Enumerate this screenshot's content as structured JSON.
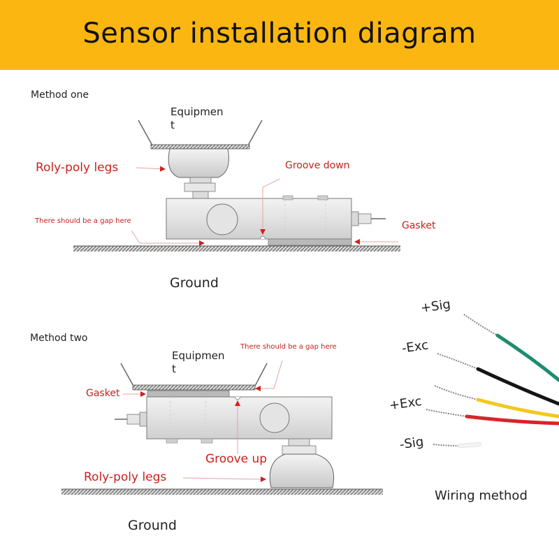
{
  "header": {
    "title": "Sensor installation diagram"
  },
  "method_one": {
    "title": "Method one",
    "equipment_label": "Equipment",
    "legs_label": "Roly-poly legs",
    "groove_label": "Groove down",
    "gap_label": "There should be a gap here",
    "gasket_label": "Gasket",
    "ground_label": "Ground"
  },
  "method_two": {
    "title": "Method two",
    "equipment_label": "Equipment",
    "gap_label": "There should be a gap here",
    "gasket_label": "Gasket",
    "groove_label": "Groove up",
    "legs_label": "Roly-poly legs",
    "ground_label": "Ground"
  },
  "wiring": {
    "title": "Wiring method",
    "wires": [
      {
        "label": "+Sig",
        "color": "#1E8C6E"
      },
      {
        "label": "-Exc",
        "color": "#151515"
      },
      {
        "label": "+Exc",
        "color": "#F2C81E"
      },
      {
        "label": "",
        "color": "#D8252A"
      },
      {
        "label": "-Sig",
        "color": "#F4F4F4"
      }
    ]
  },
  "colors": {
    "banner": "#FBB612",
    "annotation": "#C8221E"
  }
}
